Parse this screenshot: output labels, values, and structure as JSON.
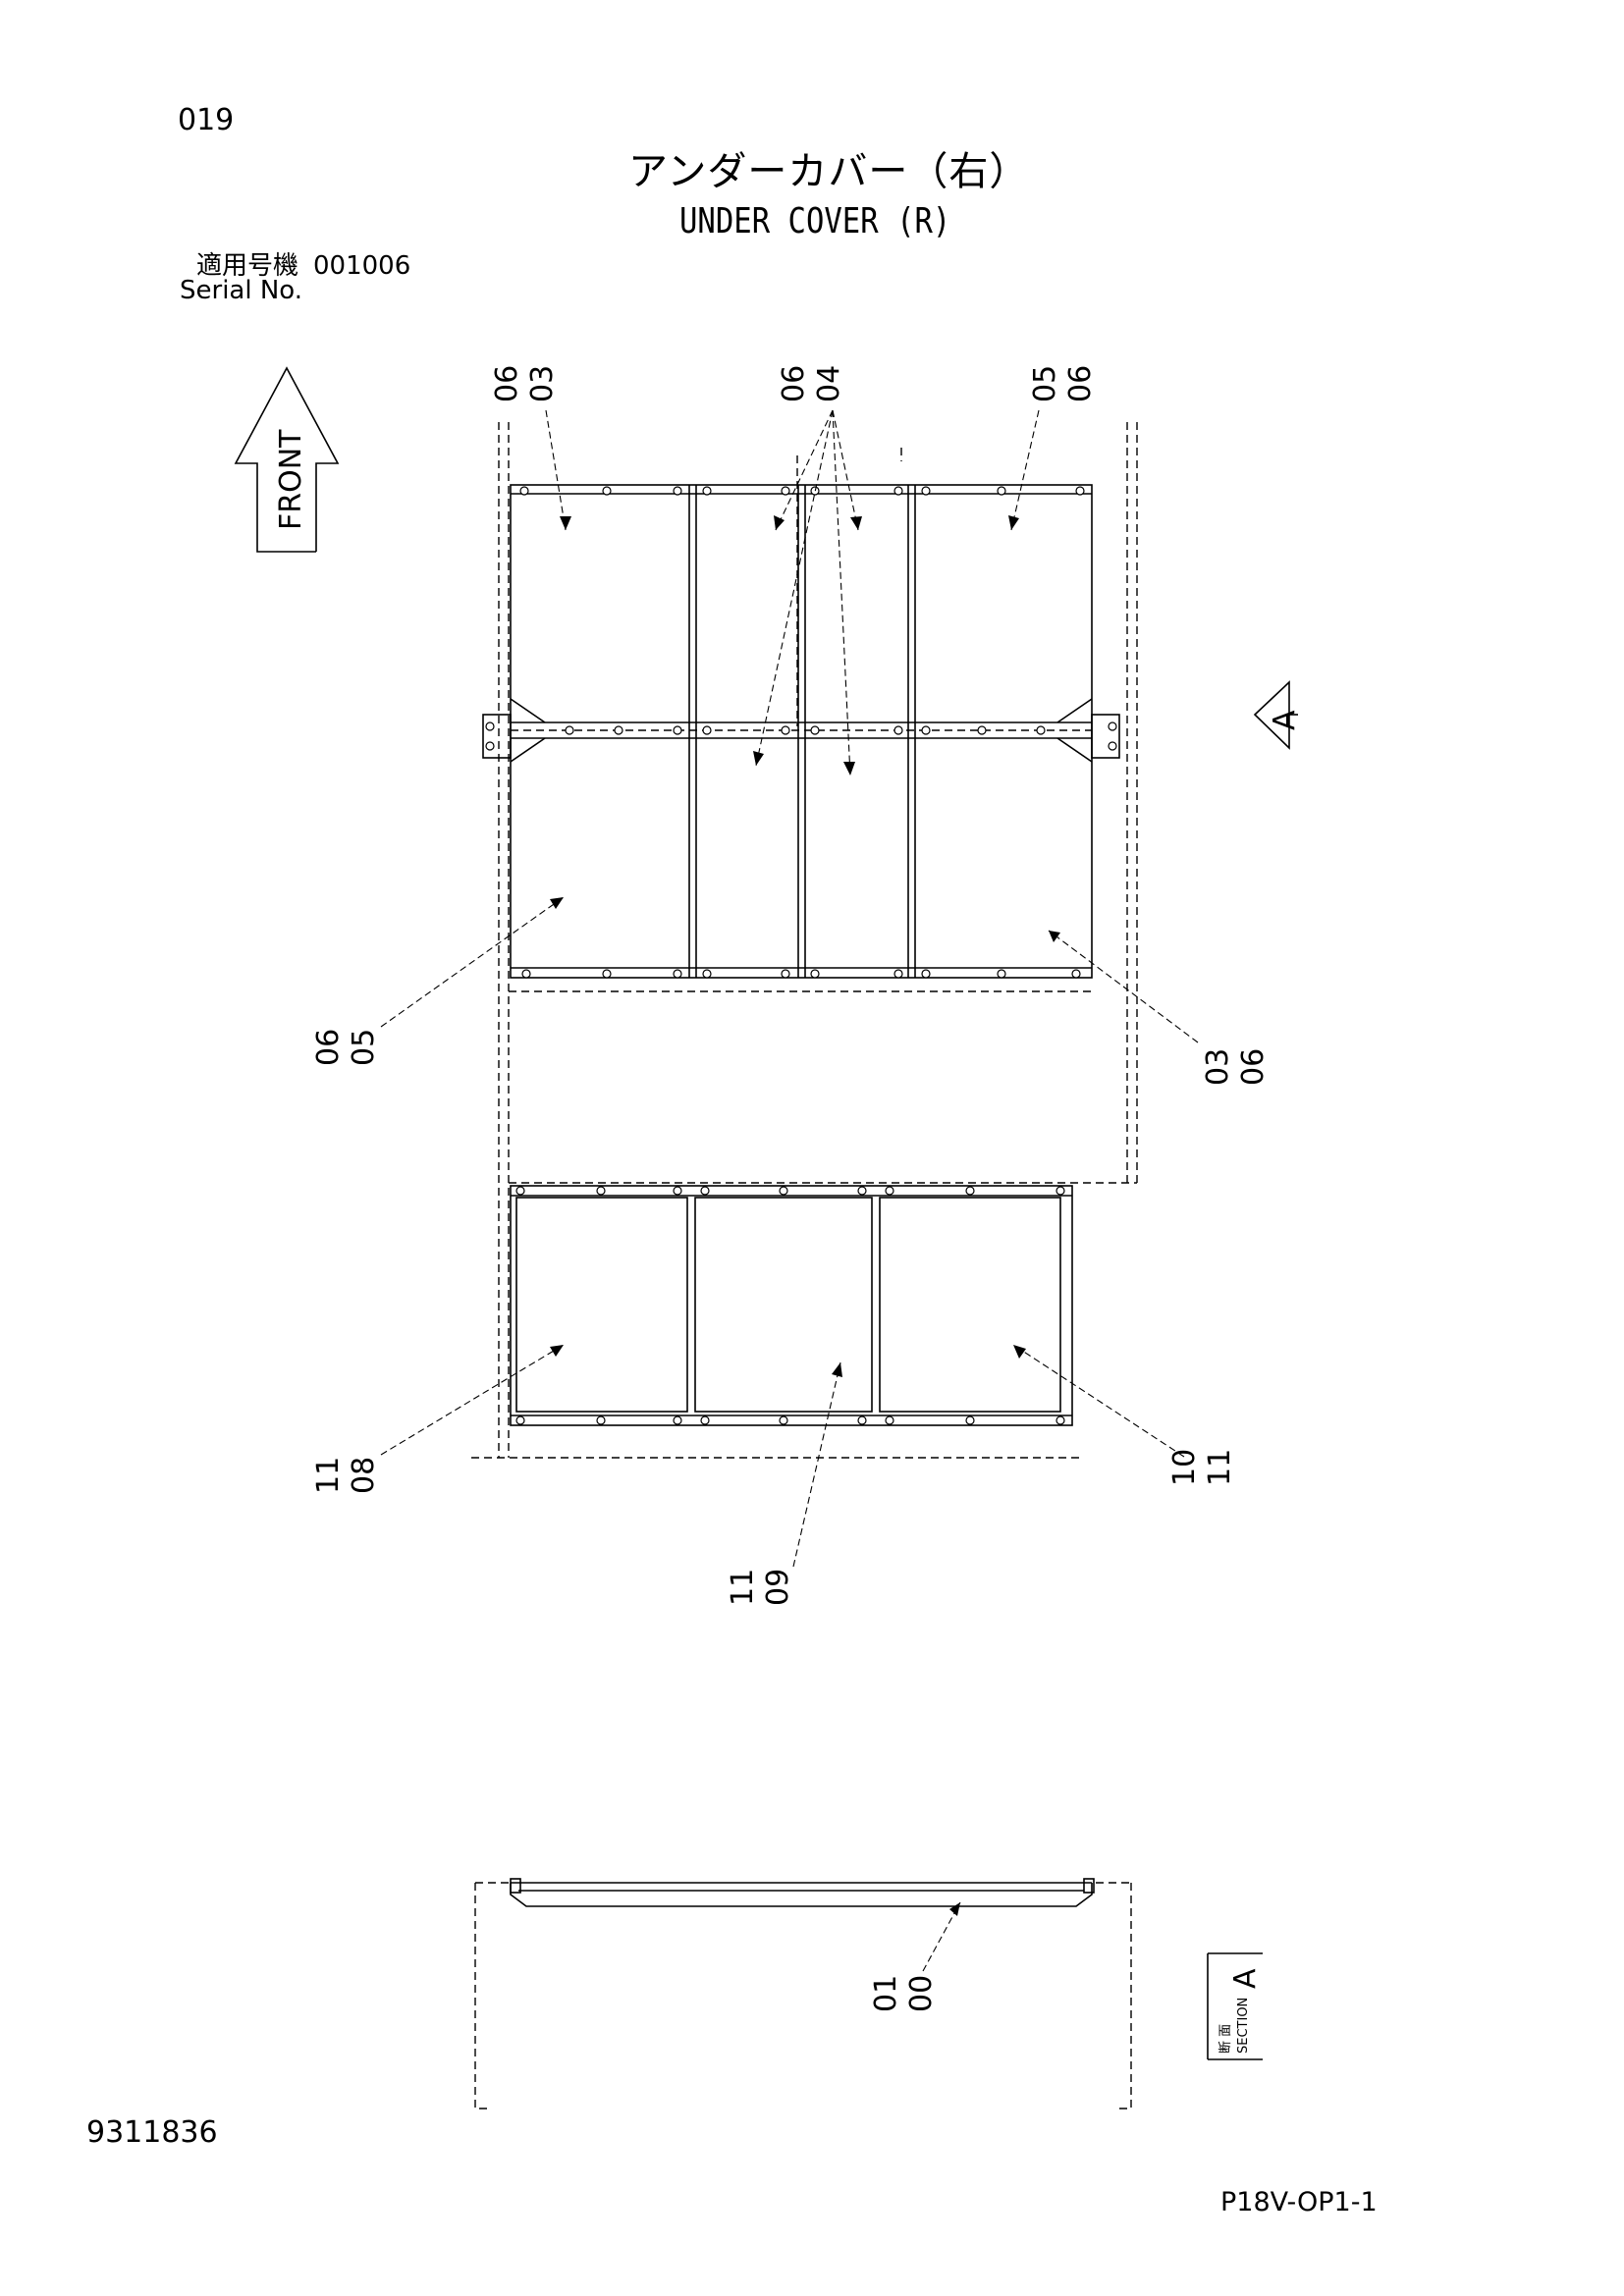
{
  "header": {
    "page_no": "019",
    "title_jp": "アンダーカバー（右）",
    "title_en": "UNDER COVER (R)",
    "serial_label_jp": "適用号機",
    "serial_label_en": "Serial No.",
    "serial_value": "001006"
  },
  "front_label": "FRONT",
  "section_marker": "A",
  "section_box": {
    "jp": "断 面",
    "en": "SECTION",
    "letter": "A"
  },
  "callouts": [
    {
      "id": "06-03",
      "lines": [
        "06",
        "03"
      ]
    },
    {
      "id": "06-04",
      "lines": [
        "06",
        "04"
      ]
    },
    {
      "id": "05-06",
      "lines": [
        "05",
        "06"
      ]
    },
    {
      "id": "06-05",
      "lines": [
        "06",
        "05"
      ]
    },
    {
      "id": "03-06",
      "lines": [
        "03",
        "06"
      ]
    },
    {
      "id": "11-08",
      "lines": [
        "11",
        "08"
      ]
    },
    {
      "id": "10-11",
      "lines": [
        "10",
        "11"
      ]
    },
    {
      "id": "11-09",
      "lines": [
        "11",
        "09"
      ]
    },
    {
      "id": "01-00",
      "lines": [
        "01",
        "00"
      ]
    }
  ],
  "footer": {
    "doc_no": "9311836",
    "ref_code": "P18V-OP1-1"
  }
}
